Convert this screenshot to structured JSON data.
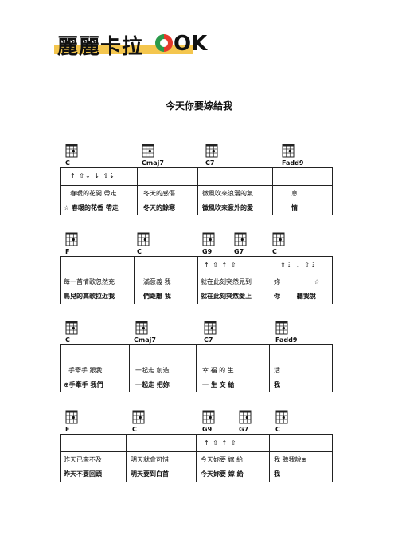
{
  "brand": {
    "name": "麗麗卡拉",
    "ok": "OK"
  },
  "title": "今天你要嫁給我",
  "sections": [
    {
      "chords": [
        "C",
        "Cmaj7",
        "C7",
        "Fadd9"
      ],
      "strum": [
        "↑ ⇧⇣ ↓ ⇧⇣",
        "",
        "",
        ""
      ],
      "line1": [
        "春暖的花開 帶走",
        "冬天的感傷",
        "微風吹來浪漫的氣",
        "息"
      ],
      "line2": [
        "☆ 春暖的花香 帶走",
        "冬天的餘寒",
        "微風吹來意外的愛",
        "情"
      ]
    },
    {
      "chords": [
        "F",
        "C",
        "G9",
        "G7",
        "C"
      ],
      "strum": [
        "",
        "",
        "↑ ⇧ ↑ ⇧",
        "⇧⇣ ↓ ⇧⇣",
        ""
      ],
      "line1": [
        "每一首情歌忽然充",
        "滿意義 我",
        "就在此刻突然見到",
        "妳 ☆"
      ],
      "line2": [
        "鳥兒的高歌拉近我",
        "們距離 我",
        "就在此刻突然愛上",
        "你 聽我說"
      ]
    },
    {
      "chords": [
        "C",
        "Cmaj7",
        "C7",
        "Fadd9"
      ],
      "strum": [
        "",
        "",
        "",
        ""
      ],
      "line1": [
        "手牽手 跟我",
        "一起走 創造",
        "幸 福 的 生",
        "活"
      ],
      "line2": [
        "⊕手牽手 我們",
        "一起走 把妳",
        "一 生 交 給",
        "我"
      ]
    },
    {
      "chords": [
        "F",
        "C",
        "G9",
        "G7",
        "C"
      ],
      "strum": [
        "",
        "",
        "↑ ⇧ ↑ ⇧",
        "",
        ""
      ],
      "line1": [
        "昨天已來不及",
        "明天就會可惜",
        "今天妳要 嫁 給",
        "我 聽我說⊕"
      ],
      "line2": [
        "昨天不要回頭",
        "明天要到白首",
        "今天妳要 嫁 給",
        "我"
      ]
    }
  ]
}
